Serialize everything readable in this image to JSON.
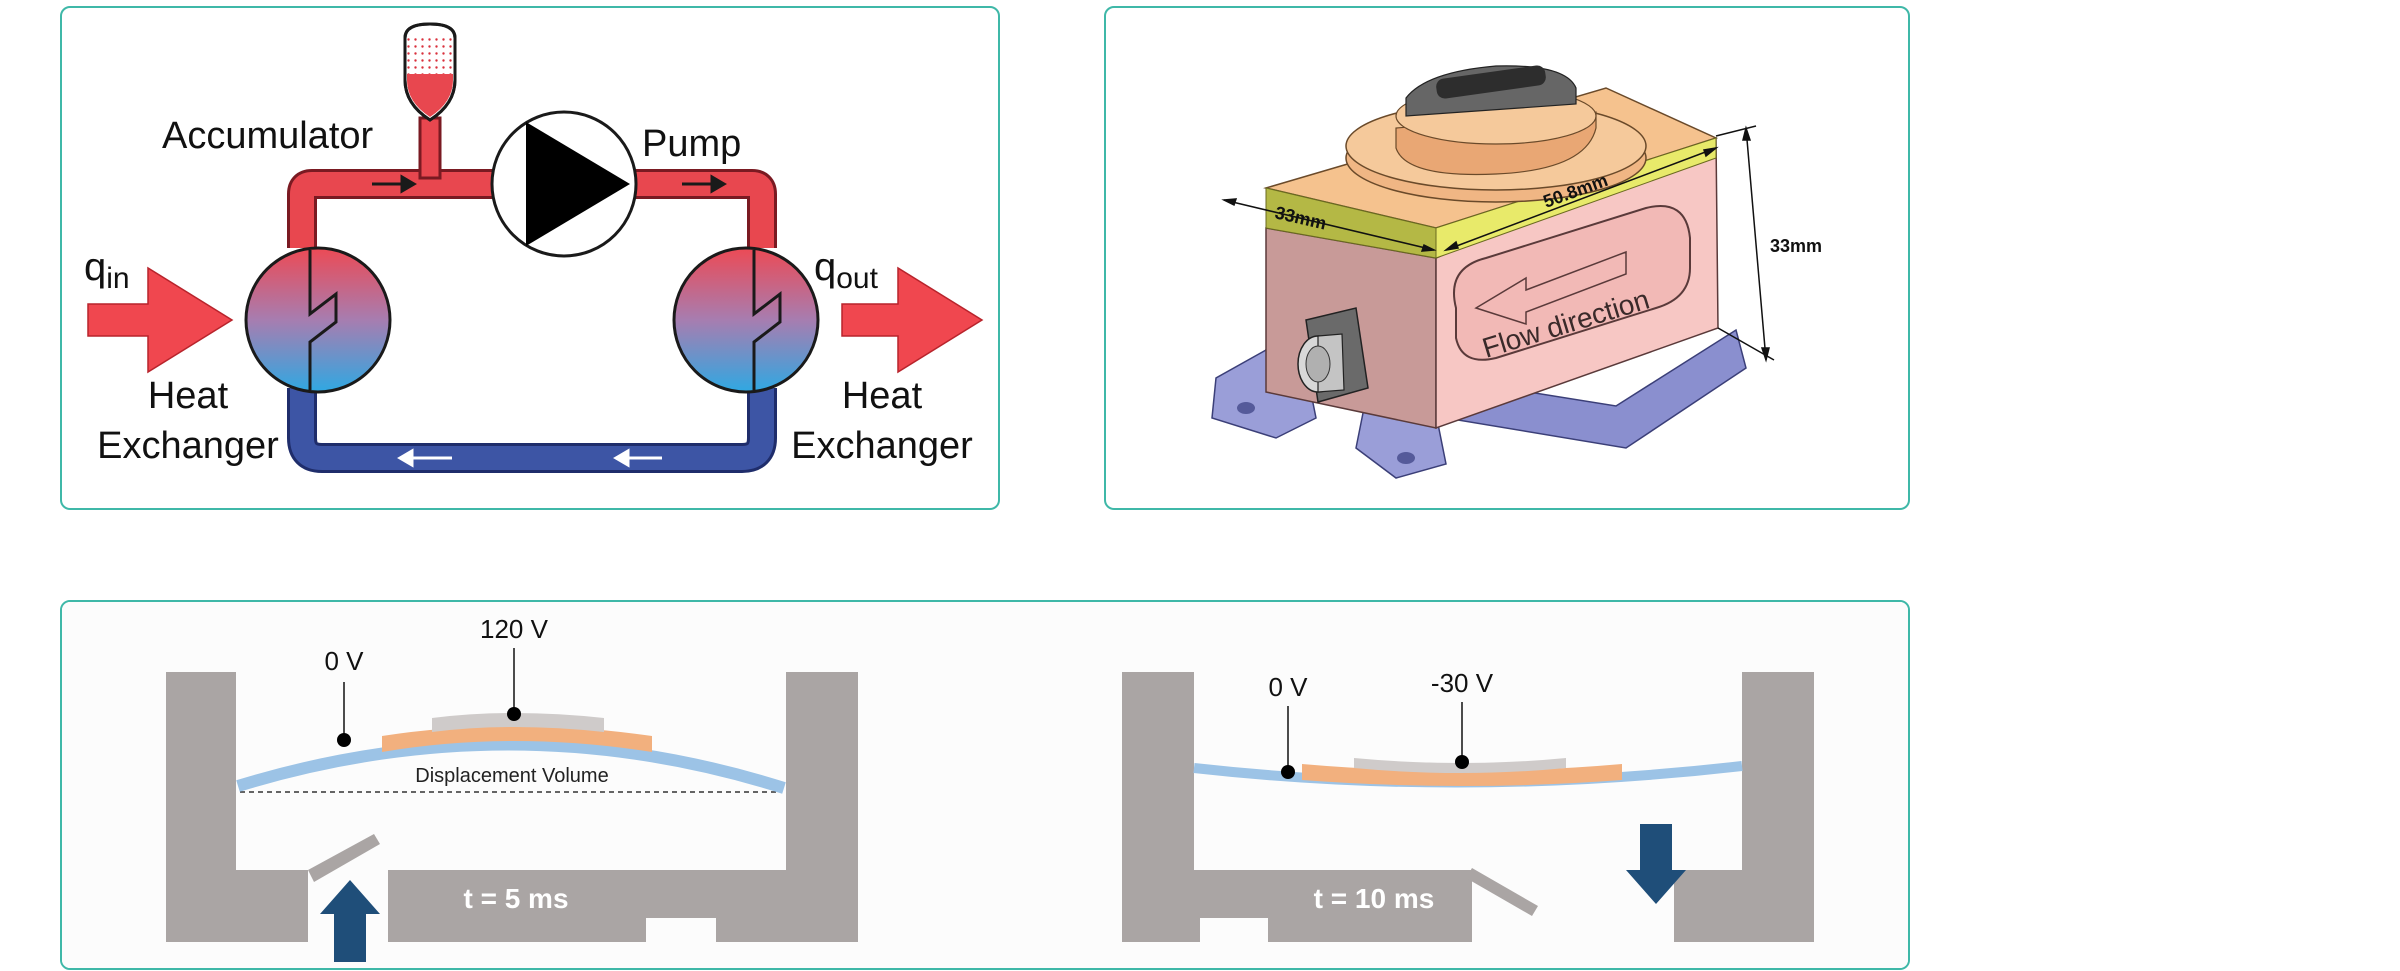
{
  "panel_a": {
    "accumulator_label": "Accumulator",
    "pump_label": "Pump",
    "q_in_main": "q",
    "q_in_sub": "in",
    "q_out_main": "q",
    "q_out_sub": "out",
    "hx_left_line1": "Heat",
    "hx_left_line2": "Exchanger",
    "hx_right_line1": "Heat",
    "hx_right_line2": "Exchanger"
  },
  "panel_b": {
    "width_dim": "50.8mm",
    "depth_dim": "33mm",
    "height_dim": "33mm",
    "flow_label": "Flow direction"
  },
  "panel_c": {
    "left_voltage_edge": "0 V",
    "left_voltage_actuator": "120 V",
    "displacement_label": "Displacement Volume",
    "left_time": "t = 5 ms",
    "right_voltage_edge": "0 V",
    "right_voltage_actuator": "-30 V",
    "right_time": "t = 10 ms"
  },
  "colors": {
    "panel_border": "#3fb8a8",
    "hot_line": "#e8474f",
    "cold_line": "#3d55a5",
    "chamber_gray": "#aaa5a4",
    "membrane_blue": "#9cc3e6",
    "piezo_orange": "#f2b07e",
    "flow_arrow_navy": "#1f4e79"
  }
}
